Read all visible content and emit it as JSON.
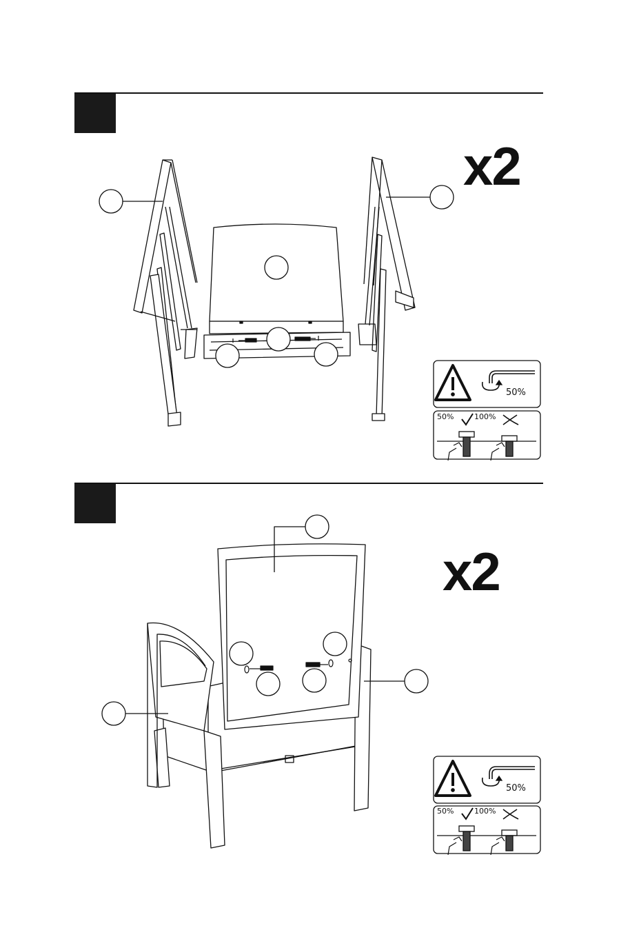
{
  "steps": [
    {
      "quantity": "x2",
      "warning": {
        "tighten_label": "50%",
        "ok_label_a": "50%",
        "ok_label_b": "100%"
      }
    },
    {
      "quantity": "x2",
      "warning": {
        "tighten_label": "50%",
        "ok_label_a": "50%",
        "ok_label_b": "100%"
      }
    }
  ]
}
